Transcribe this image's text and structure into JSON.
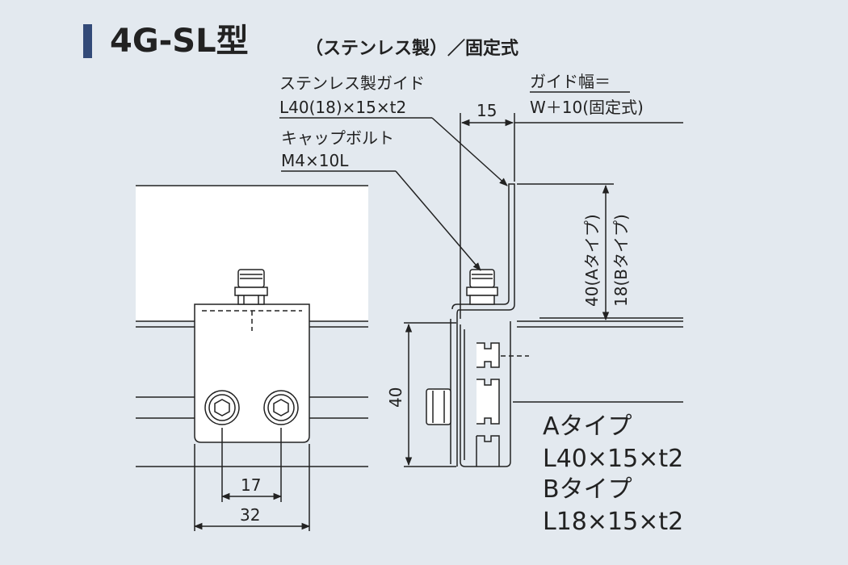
{
  "title": "4G-SL型",
  "subtitle": "（ステンレス製）／固定式",
  "labels": {
    "guide_name": "ステンレス製ガイド",
    "guide_spec": "L40(18)×15×t2",
    "bolt_name": "キャップボルト",
    "bolt_spec": "M4×10L",
    "guide_width_1": "ガイド幅＝",
    "guide_width_2": "W＋10(固定式)",
    "dim_15": "15",
    "dim_40": "40",
    "dim_40a": "40(Aタイプ)",
    "dim_18b": "18(Bタイプ)",
    "dim_17": "17",
    "dim_32": "32"
  },
  "types": {
    "a_name": "Aタイプ",
    "a_spec": "L40×15×t2",
    "b_name": "Bタイプ",
    "b_spec": "L18×15×t2"
  },
  "colors": {
    "background": "#e3e9ef",
    "title_accent": "#334a78",
    "line": "#222222"
  }
}
